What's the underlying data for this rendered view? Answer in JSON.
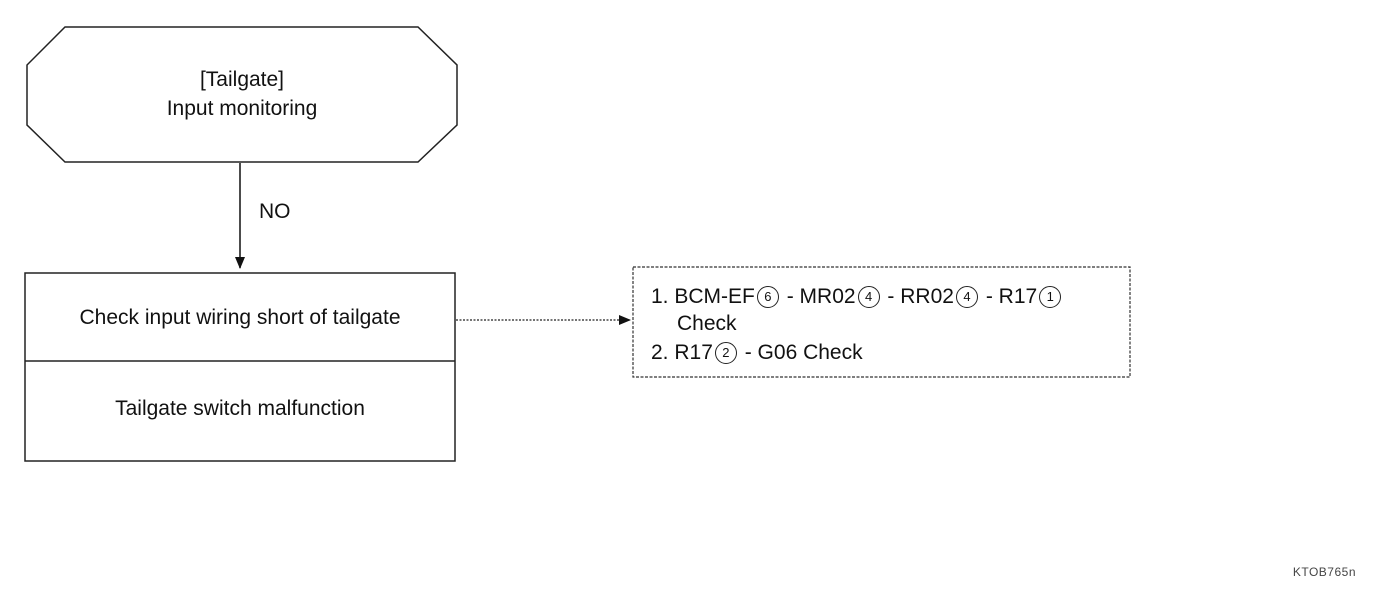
{
  "start_node": {
    "line1": "[Tailgate]",
    "line2": "Input monitoring"
  },
  "edge_label": "NO",
  "check_box": {
    "row1": "Check input wiring short of tailgate",
    "row2": "Tailgate switch malfunction"
  },
  "detail_box": {
    "item1_number": "1.",
    "item1_parts": [
      "BCM-EF",
      "MR02",
      "RR02",
      "R17"
    ],
    "item1_pins": [
      "6",
      "4",
      "4",
      "1"
    ],
    "item1_sep": "-",
    "item1_suffix": "Check",
    "item2_number": "2.",
    "item2_part": "R17",
    "item2_pin": "2",
    "item2_tail": "- G06 Check"
  },
  "figure_code": "KTOB765n"
}
